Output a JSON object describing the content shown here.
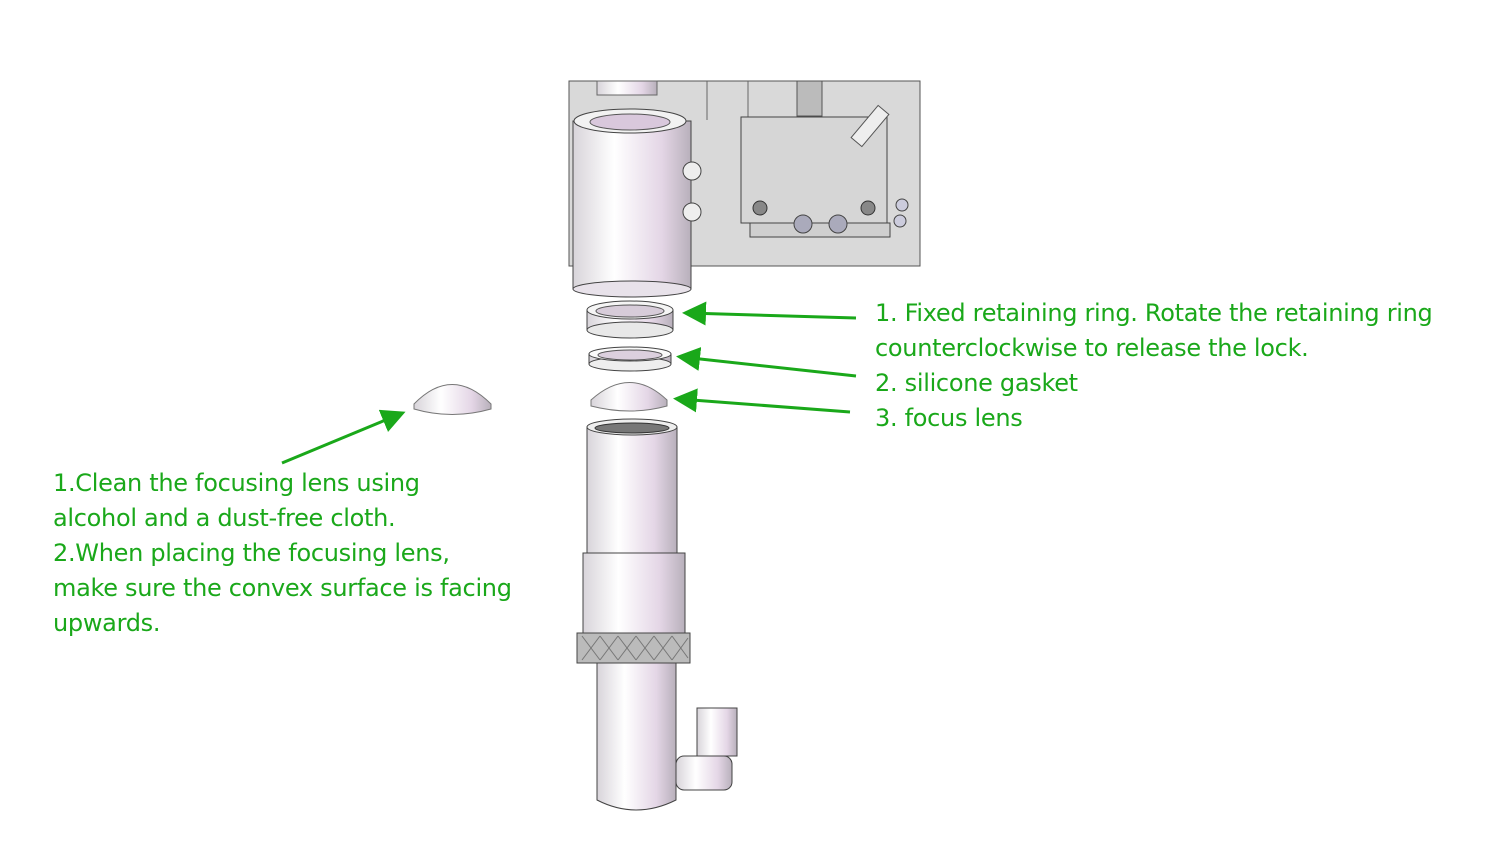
{
  "annotations_right": [
    "1. Fixed retaining ring. Rotate the retaining ring",
    "counterclockwise to release the lock.",
    "2. silicone gasket",
    "3. focus lens"
  ],
  "annotations_left": [
    "1.Clean the focusing lens using",
    "alcohol and a dust-free cloth.",
    "2.When placing the focusing lens,",
    "make sure the convex surface is facing",
    "upwards."
  ],
  "colors": {
    "annotation": "#1aa81a",
    "arrow": "#1aa81a"
  }
}
